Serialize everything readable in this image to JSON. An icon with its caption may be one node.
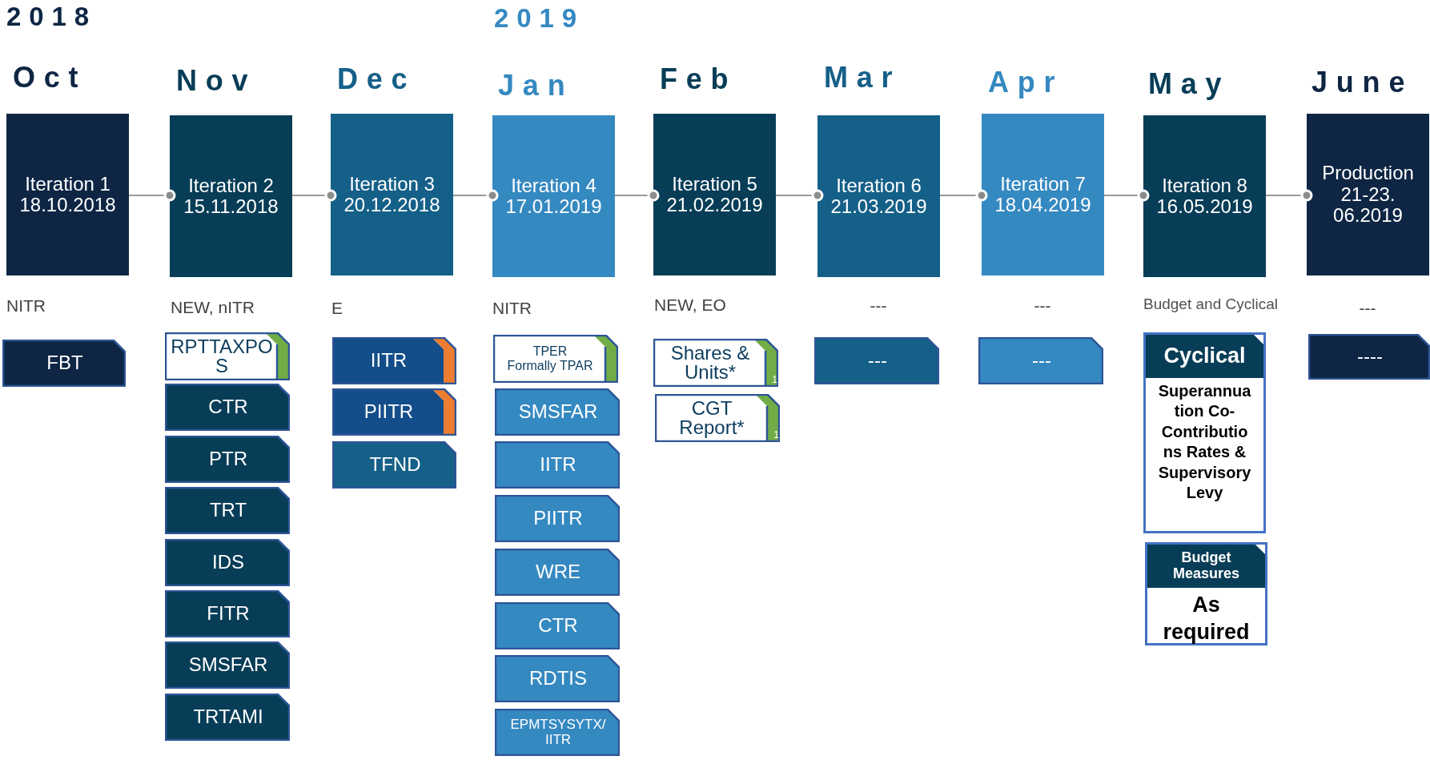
{
  "diagram": {
    "nodes": [
      {
        "text": [
          "Iteration 1",
          "18.10.2018"
        ]
      },
      {
        "text": [
          "Iteration 2",
          "15.11.2018"
        ]
      },
      {
        "text": [
          "Iteration 3",
          "20.12.2018"
        ]
      },
      {
        "text": [
          "Iteration 4",
          "17.01.2019"
        ]
      },
      {
        "text": [
          "Iteration 5",
          "21.02.2019"
        ]
      },
      {
        "text": [
          "Iteration 6",
          "21.03.2019"
        ]
      },
      {
        "text": [
          "Iteration 7",
          "18.04.2019"
        ]
      },
      {
        "text": [
          "Iteration 8",
          "16.05.2019"
        ]
      },
      {
        "text": [
          "Production",
          "21-23. 06.2019"
        ]
      },
      {
        "text": [
          "FBT"
        ]
      },
      {
        "text": [
          "RPTTAXPOS"
        ]
      },
      {
        "text": [
          "CTR"
        ]
      },
      {
        "text": [
          "PTR"
        ]
      },
      {
        "text": [
          "TRT"
        ]
      },
      {
        "text": [
          "IDS"
        ]
      },
      {
        "text": [
          "FITR"
        ]
      },
      {
        "text": [
          "SMSFAR"
        ]
      },
      {
        "text": [
          "TRTAMI"
        ]
      },
      {
        "text": [
          "IITR"
        ]
      },
      {
        "text": [
          "PIITR"
        ]
      },
      {
        "text": [
          "TFND"
        ]
      },
      {
        "text": [
          "TPER",
          "Formally TPAR"
        ]
      },
      {
        "text": [
          "SMSFAR"
        ]
      },
      {
        "text": [
          "IITR"
        ]
      },
      {
        "text": [
          "PIITR"
        ]
      },
      {
        "text": [
          "WRE"
        ]
      },
      {
        "text": [
          "CTR"
        ]
      },
      {
        "text": [
          "RDTIS"
        ]
      },
      {
        "text": [
          "EPMTSYSYTX/ IITR"
        ]
      },
      {
        "text": [
          "Shares & Units*",
          "1"
        ]
      },
      {
        "text": [
          "CGT Report*",
          "1"
        ]
      },
      {
        "text": [
          "---"
        ]
      },
      {
        "text": [
          "---"
        ]
      },
      {
        "text": [
          "Cyclical",
          "Superannuation Co-Contributions Rates & Supervisory Levy"
        ]
      },
      {
        "text": [
          "Budget Measures",
          "As required"
        ]
      },
      {
        "text": [
          "----"
        ]
      }
    ],
    "edges": [
      {
        "from": 0,
        "to": 1,
        "arrow": "other"
      },
      {
        "from": 1,
        "to": 2,
        "arrow": "other"
      },
      {
        "from": 2,
        "to": 3,
        "arrow": "other"
      },
      {
        "from": 3,
        "to": 4,
        "arrow": "other"
      },
      {
        "from": 4,
        "to": 5,
        "arrow": "other"
      },
      {
        "from": 5,
        "to": 6,
        "arrow": "other"
      },
      {
        "from": 6,
        "to": 7,
        "arrow": "other"
      },
      {
        "from": 7,
        "to": 8,
        "arrow": "other"
      }
    ],
    "labels": [
      "2018",
      "2019",
      "Oct",
      "Nov",
      "Dec",
      "Jan",
      "Feb",
      "Mar",
      "Apr",
      "May",
      "June",
      "NITR",
      "NEW, nITR",
      "E",
      "NITR",
      "NEW, EO",
      "---",
      "---",
      "Budget and Cyclical",
      "---"
    ]
  }
}
